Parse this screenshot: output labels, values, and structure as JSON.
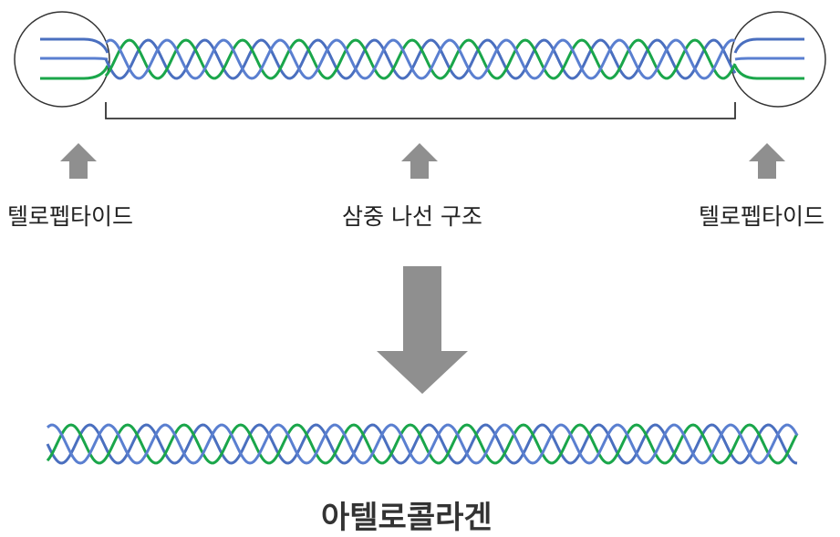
{
  "labels": {
    "telopeptide_left": "텔로펩타이드",
    "triple_helix": "삼중 나선 구조",
    "telopeptide_right": "텔로펩타이드",
    "atelocollagen": "아텔로콜라겐"
  },
  "colors": {
    "strand_blue": "#4a6fbf",
    "strand_blue_2": "#5a7fd0",
    "strand_green": "#1aa64a",
    "arrow_gray": "#8f8f8f",
    "outline": "#333333"
  },
  "icons": {
    "up_arrow": "up-arrow-icon",
    "down_arrow": "down-arrow-icon"
  }
}
